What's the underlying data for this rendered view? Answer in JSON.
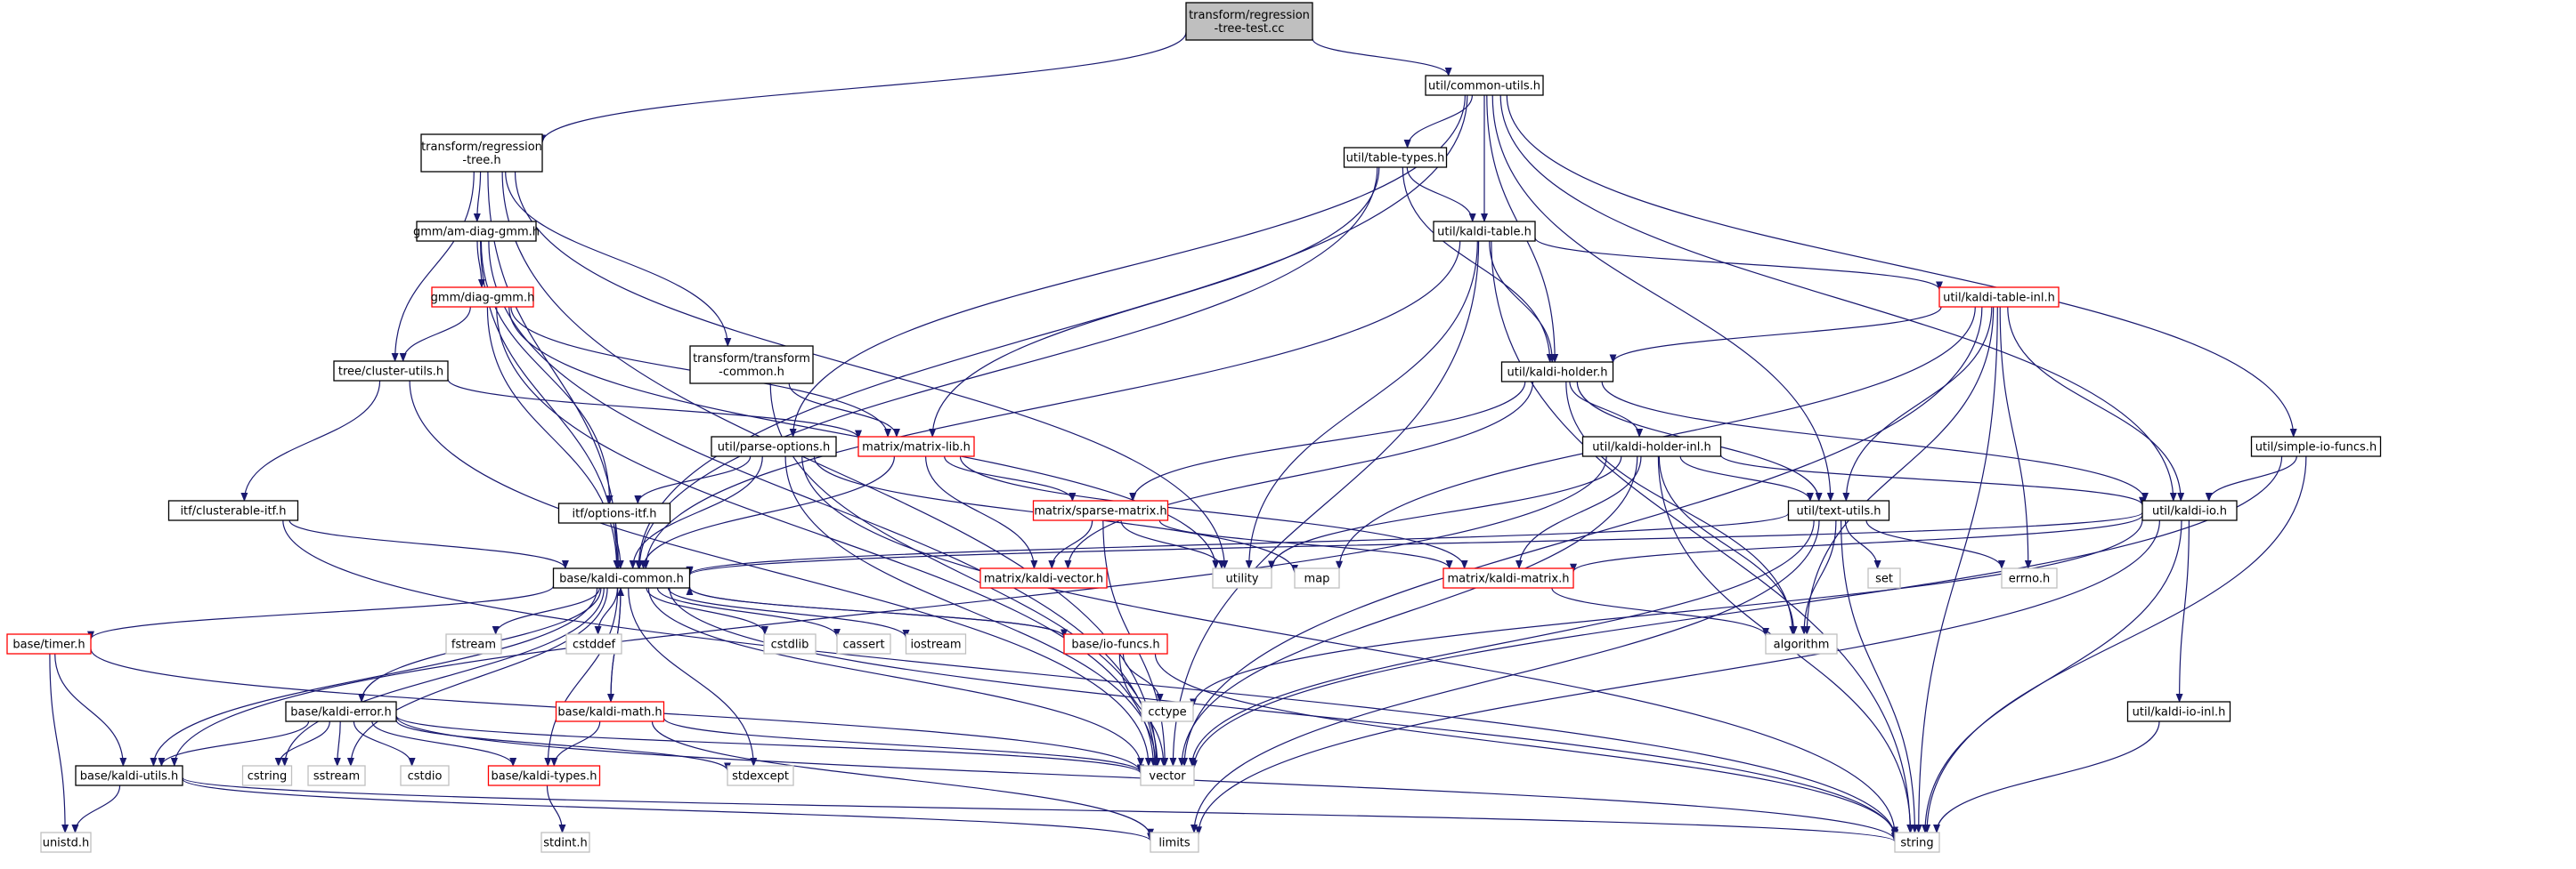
{
  "graph": {
    "title": "Include dependency graph for regression-tree-test.cc",
    "colors": {
      "edge": "#191970",
      "root_fill": "#bfbfbf",
      "normal_border": "#000000",
      "incomplete_border": "#ff0000",
      "system_border": "#bfbfbf",
      "system_text": "#555555"
    },
    "nodes": [
      {
        "id": "root",
        "lines": [
          "transform/regression",
          "-tree-test.cc"
        ],
        "kind": "root"
      },
      {
        "id": "cu",
        "lines": [
          "util/common-utils.h"
        ],
        "kind": "normal"
      },
      {
        "id": "rt",
        "lines": [
          "transform/regression",
          "-tree.h"
        ],
        "kind": "normal"
      },
      {
        "id": "tt",
        "lines": [
          "util/table-types.h"
        ],
        "kind": "normal"
      },
      {
        "id": "adg",
        "lines": [
          "gmm/am-diag-gmm.h"
        ],
        "kind": "normal"
      },
      {
        "id": "kt",
        "lines": [
          "util/kaldi-table.h"
        ],
        "kind": "normal"
      },
      {
        "id": "dg",
        "lines": [
          "gmm/diag-gmm.h"
        ],
        "kind": "incomplete"
      },
      {
        "id": "kti",
        "lines": [
          "util/kaldi-table-inl.h"
        ],
        "kind": "incomplete"
      },
      {
        "id": "tc",
        "lines": [
          "transform/transform",
          "-common.h"
        ],
        "kind": "normal"
      },
      {
        "id": "kh",
        "lines": [
          "util/kaldi-holder.h"
        ],
        "kind": "normal"
      },
      {
        "id": "tcu",
        "lines": [
          "tree/cluster-utils.h"
        ],
        "kind": "normal"
      },
      {
        "id": "po",
        "lines": [
          "util/parse-options.h"
        ],
        "kind": "normal"
      },
      {
        "id": "ml",
        "lines": [
          "matrix/matrix-lib.h"
        ],
        "kind": "incomplete"
      },
      {
        "id": "khi",
        "lines": [
          "util/kaldi-holder-inl.h"
        ],
        "kind": "normal"
      },
      {
        "id": "sif",
        "lines": [
          "util/simple-io-funcs.h"
        ],
        "kind": "normal"
      },
      {
        "id": "itc",
        "lines": [
          "itf/clusterable-itf.h"
        ],
        "kind": "normal"
      },
      {
        "id": "ito",
        "lines": [
          "itf/options-itf.h"
        ],
        "kind": "normal"
      },
      {
        "id": "sm",
        "lines": [
          "matrix/sparse-matrix.h"
        ],
        "kind": "incomplete"
      },
      {
        "id": "txt",
        "lines": [
          "util/text-utils.h"
        ],
        "kind": "normal"
      },
      {
        "id": "kio",
        "lines": [
          "util/kaldi-io.h"
        ],
        "kind": "normal"
      },
      {
        "id": "kc",
        "lines": [
          "base/kaldi-common.h"
        ],
        "kind": "normal"
      },
      {
        "id": "kv",
        "lines": [
          "matrix/kaldi-vector.h"
        ],
        "kind": "incomplete"
      },
      {
        "id": "util",
        "lines": [
          "utility"
        ],
        "kind": "system"
      },
      {
        "id": "map",
        "lines": [
          "map"
        ],
        "kind": "system"
      },
      {
        "id": "km",
        "lines": [
          "matrix/kaldi-matrix.h"
        ],
        "kind": "incomplete"
      },
      {
        "id": "set",
        "lines": [
          "set"
        ],
        "kind": "system"
      },
      {
        "id": "errno",
        "lines": [
          "errno.h"
        ],
        "kind": "system"
      },
      {
        "id": "timer",
        "lines": [
          "base/timer.h"
        ],
        "kind": "incomplete"
      },
      {
        "id": "fstream",
        "lines": [
          "fstream"
        ],
        "kind": "system"
      },
      {
        "id": "cstddef",
        "lines": [
          "cstddef"
        ],
        "kind": "system"
      },
      {
        "id": "cstdlib",
        "lines": [
          "cstdlib"
        ],
        "kind": "system"
      },
      {
        "id": "cassert",
        "lines": [
          "cassert"
        ],
        "kind": "system"
      },
      {
        "id": "iostream",
        "lines": [
          "iostream"
        ],
        "kind": "system"
      },
      {
        "id": "iof",
        "lines": [
          "base/io-funcs.h"
        ],
        "kind": "incomplete"
      },
      {
        "id": "algo",
        "lines": [
          "algorithm"
        ],
        "kind": "system"
      },
      {
        "id": "kmath",
        "lines": [
          "base/kaldi-math.h"
        ],
        "kind": "incomplete"
      },
      {
        "id": "cctype",
        "lines": [
          "cctype"
        ],
        "kind": "system"
      },
      {
        "id": "kioi",
        "lines": [
          "util/kaldi-io-inl.h"
        ],
        "kind": "normal"
      },
      {
        "id": "kerr",
        "lines": [
          "base/kaldi-error.h"
        ],
        "kind": "normal"
      },
      {
        "id": "kut",
        "lines": [
          "base/kaldi-utils.h"
        ],
        "kind": "normal"
      },
      {
        "id": "cstring",
        "lines": [
          "cstring"
        ],
        "kind": "system"
      },
      {
        "id": "sstream",
        "lines": [
          "sstream"
        ],
        "kind": "system"
      },
      {
        "id": "cstdio",
        "lines": [
          "cstdio"
        ],
        "kind": "system"
      },
      {
        "id": "ktypes",
        "lines": [
          "base/kaldi-types.h"
        ],
        "kind": "incomplete"
      },
      {
        "id": "stdexcept",
        "lines": [
          "stdexcept"
        ],
        "kind": "system"
      },
      {
        "id": "vector",
        "lines": [
          "vector"
        ],
        "kind": "system"
      },
      {
        "id": "unistd",
        "lines": [
          "unistd.h"
        ],
        "kind": "system"
      },
      {
        "id": "limits",
        "lines": [
          "limits"
        ],
        "kind": "system"
      },
      {
        "id": "string",
        "lines": [
          "string"
        ],
        "kind": "system"
      },
      {
        "id": "stdint",
        "lines": [
          "stdint.h"
        ],
        "kind": "system"
      }
    ],
    "edges": [
      [
        "root",
        "cu"
      ],
      [
        "root",
        "rt"
      ],
      [
        "cu",
        "tt"
      ],
      [
        "cu",
        "kt"
      ],
      [
        "cu",
        "kh"
      ],
      [
        "cu",
        "kc"
      ],
      [
        "cu",
        "po"
      ],
      [
        "cu",
        "txt"
      ],
      [
        "cu",
        "kio"
      ],
      [
        "cu",
        "sif"
      ],
      [
        "rt",
        "adg"
      ],
      [
        "rt",
        "kc"
      ],
      [
        "rt",
        "tcu"
      ],
      [
        "rt",
        "tc"
      ],
      [
        "rt",
        "util"
      ],
      [
        "rt",
        "vector"
      ],
      [
        "tt",
        "kt"
      ],
      [
        "tt",
        "kh"
      ],
      [
        "tt",
        "ml"
      ],
      [
        "tt",
        "kc"
      ],
      [
        "adg",
        "dg"
      ],
      [
        "adg",
        "kc"
      ],
      [
        "adg",
        "ito"
      ],
      [
        "adg",
        "vector"
      ],
      [
        "kt",
        "kti"
      ],
      [
        "kt",
        "kh"
      ],
      [
        "kt",
        "kc"
      ],
      [
        "kt",
        "util"
      ],
      [
        "kt",
        "vector"
      ],
      [
        "kt",
        "string"
      ],
      [
        "dg",
        "tcu"
      ],
      [
        "dg",
        "ml"
      ],
      [
        "dg",
        "kc"
      ],
      [
        "dg",
        "util"
      ],
      [
        "dg",
        "vector"
      ],
      [
        "kti",
        "kh"
      ],
      [
        "kti",
        "txt"
      ],
      [
        "kti",
        "kio"
      ],
      [
        "kti",
        "errno"
      ],
      [
        "kti",
        "algo"
      ],
      [
        "kti",
        "map"
      ],
      [
        "kti",
        "vector"
      ],
      [
        "kti",
        "string"
      ],
      [
        "tc",
        "ml"
      ],
      [
        "tc",
        "vector"
      ],
      [
        "kh",
        "khi"
      ],
      [
        "kh",
        "kio"
      ],
      [
        "kh",
        "txt"
      ],
      [
        "kh",
        "sm"
      ],
      [
        "kh",
        "kv"
      ],
      [
        "kh",
        "algo"
      ],
      [
        "tcu",
        "ml"
      ],
      [
        "tcu",
        "itc"
      ],
      [
        "tcu",
        "vector"
      ],
      [
        "po",
        "kc"
      ],
      [
        "po",
        "ito"
      ],
      [
        "po",
        "map"
      ],
      [
        "po",
        "vector"
      ],
      [
        "po",
        "string"
      ],
      [
        "ml",
        "sm"
      ],
      [
        "ml",
        "km"
      ],
      [
        "ml",
        "kv"
      ],
      [
        "ml",
        "kc"
      ],
      [
        "khi",
        "txt"
      ],
      [
        "khi",
        "kio"
      ],
      [
        "khi",
        "km"
      ],
      [
        "khi",
        "algo"
      ],
      [
        "khi",
        "kut"
      ],
      [
        "khi",
        "util"
      ],
      [
        "khi",
        "string"
      ],
      [
        "khi",
        "vector"
      ],
      [
        "sif",
        "kio"
      ],
      [
        "sif",
        "vector"
      ],
      [
        "sif",
        "string"
      ],
      [
        "itc",
        "kc"
      ],
      [
        "itc",
        "string"
      ],
      [
        "ito",
        "kc"
      ],
      [
        "sm",
        "kv"
      ],
      [
        "sm",
        "km"
      ],
      [
        "sm",
        "util"
      ],
      [
        "sm",
        "vector"
      ],
      [
        "txt",
        "kc"
      ],
      [
        "txt",
        "set"
      ],
      [
        "txt",
        "errno"
      ],
      [
        "txt",
        "algo"
      ],
      [
        "txt",
        "limits"
      ],
      [
        "txt",
        "vector"
      ],
      [
        "txt",
        "string"
      ],
      [
        "kio",
        "kc"
      ],
      [
        "kio",
        "km"
      ],
      [
        "kio",
        "kioi"
      ],
      [
        "kio",
        "cctype"
      ],
      [
        "kio",
        "limits"
      ],
      [
        "kio",
        "string"
      ],
      [
        "kc",
        "timer"
      ],
      [
        "kc",
        "fstream"
      ],
      [
        "kc",
        "cstddef"
      ],
      [
        "kc",
        "cstdlib"
      ],
      [
        "kc",
        "cassert"
      ],
      [
        "kc",
        "iostream"
      ],
      [
        "kc",
        "iof"
      ],
      [
        "kc",
        "kmath"
      ],
      [
        "kc",
        "kerr"
      ],
      [
        "kc",
        "kut"
      ],
      [
        "kc",
        "cstring"
      ],
      [
        "kc",
        "sstream"
      ],
      [
        "kc",
        "ktypes"
      ],
      [
        "kc",
        "stdexcept"
      ],
      [
        "kc",
        "vector"
      ],
      [
        "kc",
        "string"
      ],
      [
        "km",
        "algo"
      ],
      [
        "timer",
        "kut"
      ],
      [
        "timer",
        "unistd"
      ],
      [
        "timer",
        "vector"
      ],
      [
        "iof",
        "kc"
      ],
      [
        "iof",
        "cctype"
      ],
      [
        "iof",
        "vector"
      ],
      [
        "iof",
        "string"
      ],
      [
        "kmath",
        "kc"
      ],
      [
        "kmath",
        "ktypes"
      ],
      [
        "kmath",
        "vector"
      ],
      [
        "kmath",
        "limits"
      ],
      [
        "kioi",
        "string"
      ],
      [
        "kerr",
        "kut"
      ],
      [
        "kerr",
        "cstring"
      ],
      [
        "kerr",
        "sstream"
      ],
      [
        "kerr",
        "cstdio"
      ],
      [
        "kerr",
        "ktypes"
      ],
      [
        "kerr",
        "stdexcept"
      ],
      [
        "kerr",
        "vector"
      ],
      [
        "kerr",
        "string"
      ],
      [
        "kut",
        "unistd"
      ],
      [
        "kut",
        "limits"
      ],
      [
        "kut",
        "string"
      ],
      [
        "ktypes",
        "stdint"
      ]
    ]
  }
}
